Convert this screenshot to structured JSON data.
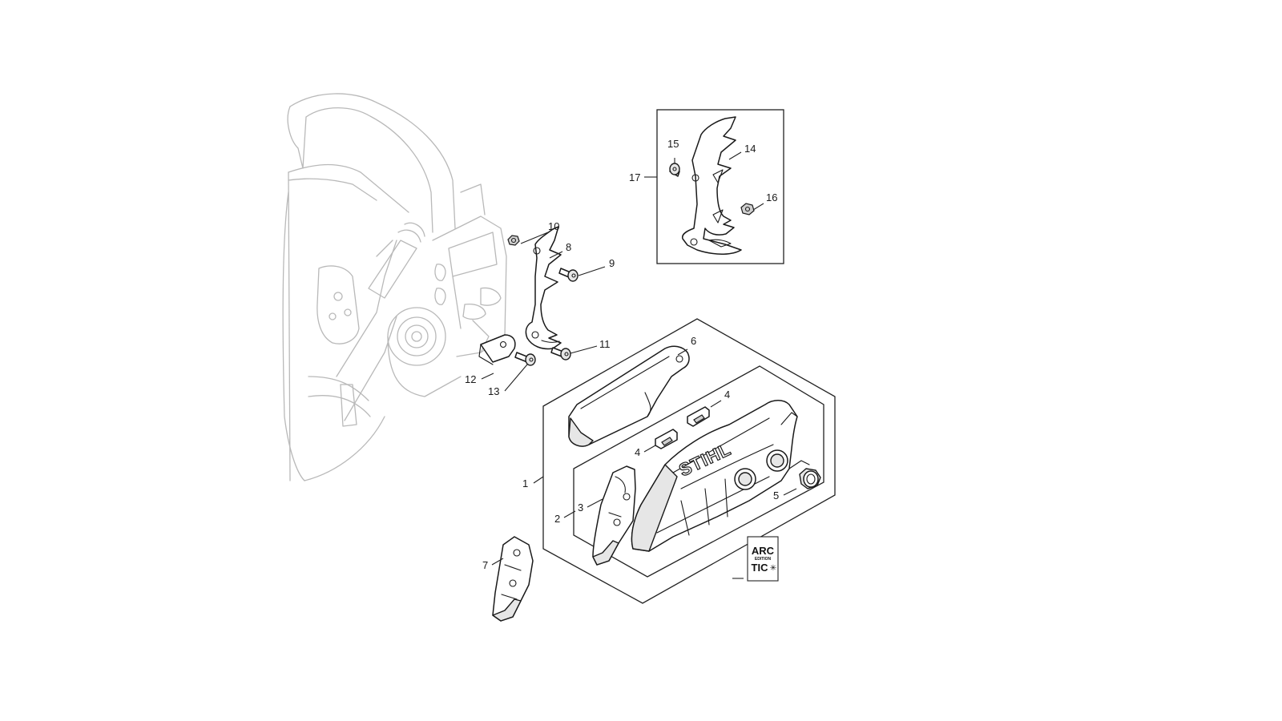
{
  "callouts": {
    "c1": "1",
    "c2": "2",
    "c3": "3",
    "c4a": "4",
    "c4b": "4",
    "c5": "5",
    "c6": "6",
    "c7": "7",
    "c8": "8",
    "c9": "9",
    "c10": "10",
    "c11": "11",
    "c12": "12",
    "c13": "13",
    "c14": "14",
    "c15": "15",
    "c16": "16",
    "c17": "17"
  },
  "cover_brand": "STIHL",
  "badge": {
    "line1": "ARC",
    "line2": "TIC",
    "small": "EDITION",
    "snow": "✳"
  },
  "colors": {
    "line": "#1a1a1a",
    "ghost": "#b9b9b9",
    "background": "#ffffff"
  }
}
